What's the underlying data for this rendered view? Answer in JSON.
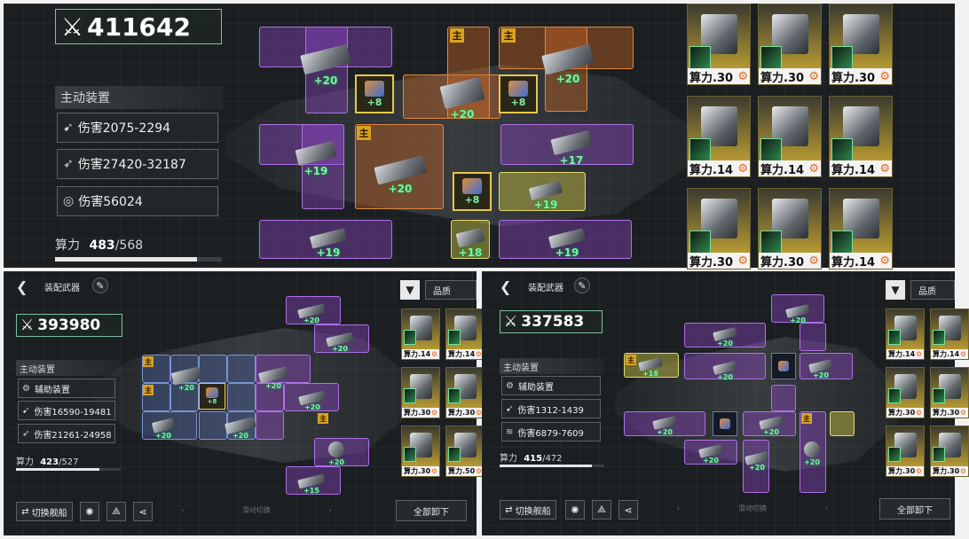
{
  "colors": {
    "accent": "#7cf0a8",
    "purple": "#b070e8",
    "orange": "#e08a40",
    "yellow": "#e2da70",
    "blue": "#7a93d6",
    "gold": "#d9a320"
  },
  "icons": {
    "power": "crossed-swords-icon",
    "module": "gear-icon",
    "back": "chevron-left-icon",
    "edit": "pen-icon",
    "filter": "funnel-icon",
    "share": "share-icon",
    "swap": "swap-arrows-icon",
    "unit": "gear-ring-icon"
  },
  "common": {
    "devices_title": "主动装置",
    "power_label": "算力",
    "main_badge": "主",
    "aux_device": "辅助装置",
    "equip_weapon": "装配武器",
    "quality": "品质",
    "switch_ship": "切换舰船",
    "slide_switch": "滑动切换",
    "unequip_all": "全部卸下",
    "sep": "/"
  },
  "top": {
    "power": "411642",
    "stats": [
      {
        "label": "伤害2075-2294"
      },
      {
        "label": "伤害27420-32187"
      },
      {
        "label": "伤害56024"
      }
    ],
    "compute_used": "483",
    "compute_total": "568",
    "compute_ratio": 0.85,
    "levels": [
      "+20",
      "+8",
      "+20",
      "+8",
      "+20",
      "+19",
      "+20",
      "+17",
      "+8",
      "+19",
      "+19",
      "+18",
      "+19"
    ],
    "cards": [
      "算力.30",
      "算力.30",
      "算力.30",
      "算力.14",
      "算力.14",
      "算力.14",
      "算力.30",
      "算力.30",
      "算力.14"
    ]
  },
  "left": {
    "power": "393980",
    "stats": [
      {
        "label": "辅助装置"
      },
      {
        "label": "伤害16590-19481"
      },
      {
        "label": "伤害21261-24958"
      }
    ],
    "compute_used": "423",
    "compute_total": "527",
    "compute_ratio": 0.8,
    "levels": [
      "+20",
      "+20",
      "+20",
      "+20",
      "+8",
      "+20",
      "+20",
      "+20",
      "+20",
      "+15"
    ],
    "cards": [
      "算力.14",
      "算力.14",
      "算力.30",
      "算力.30",
      "算力.30",
      "算力.50"
    ]
  },
  "right": {
    "power": "337583",
    "stats": [
      {
        "label": "辅助装置"
      },
      {
        "label": "伤害1312-1439"
      },
      {
        "label": "伤害6879-7609"
      }
    ],
    "compute_used": "415",
    "compute_total": "472",
    "compute_ratio": 0.88,
    "levels": [
      "+20",
      "+20",
      "+18",
      "+20",
      "+20",
      "+20",
      "+20",
      "+20",
      "+20",
      "+20"
    ],
    "cards": [
      "算力.14",
      "算力.14",
      "算力.30",
      "算力.30",
      "算力.30",
      "算力.30"
    ]
  }
}
